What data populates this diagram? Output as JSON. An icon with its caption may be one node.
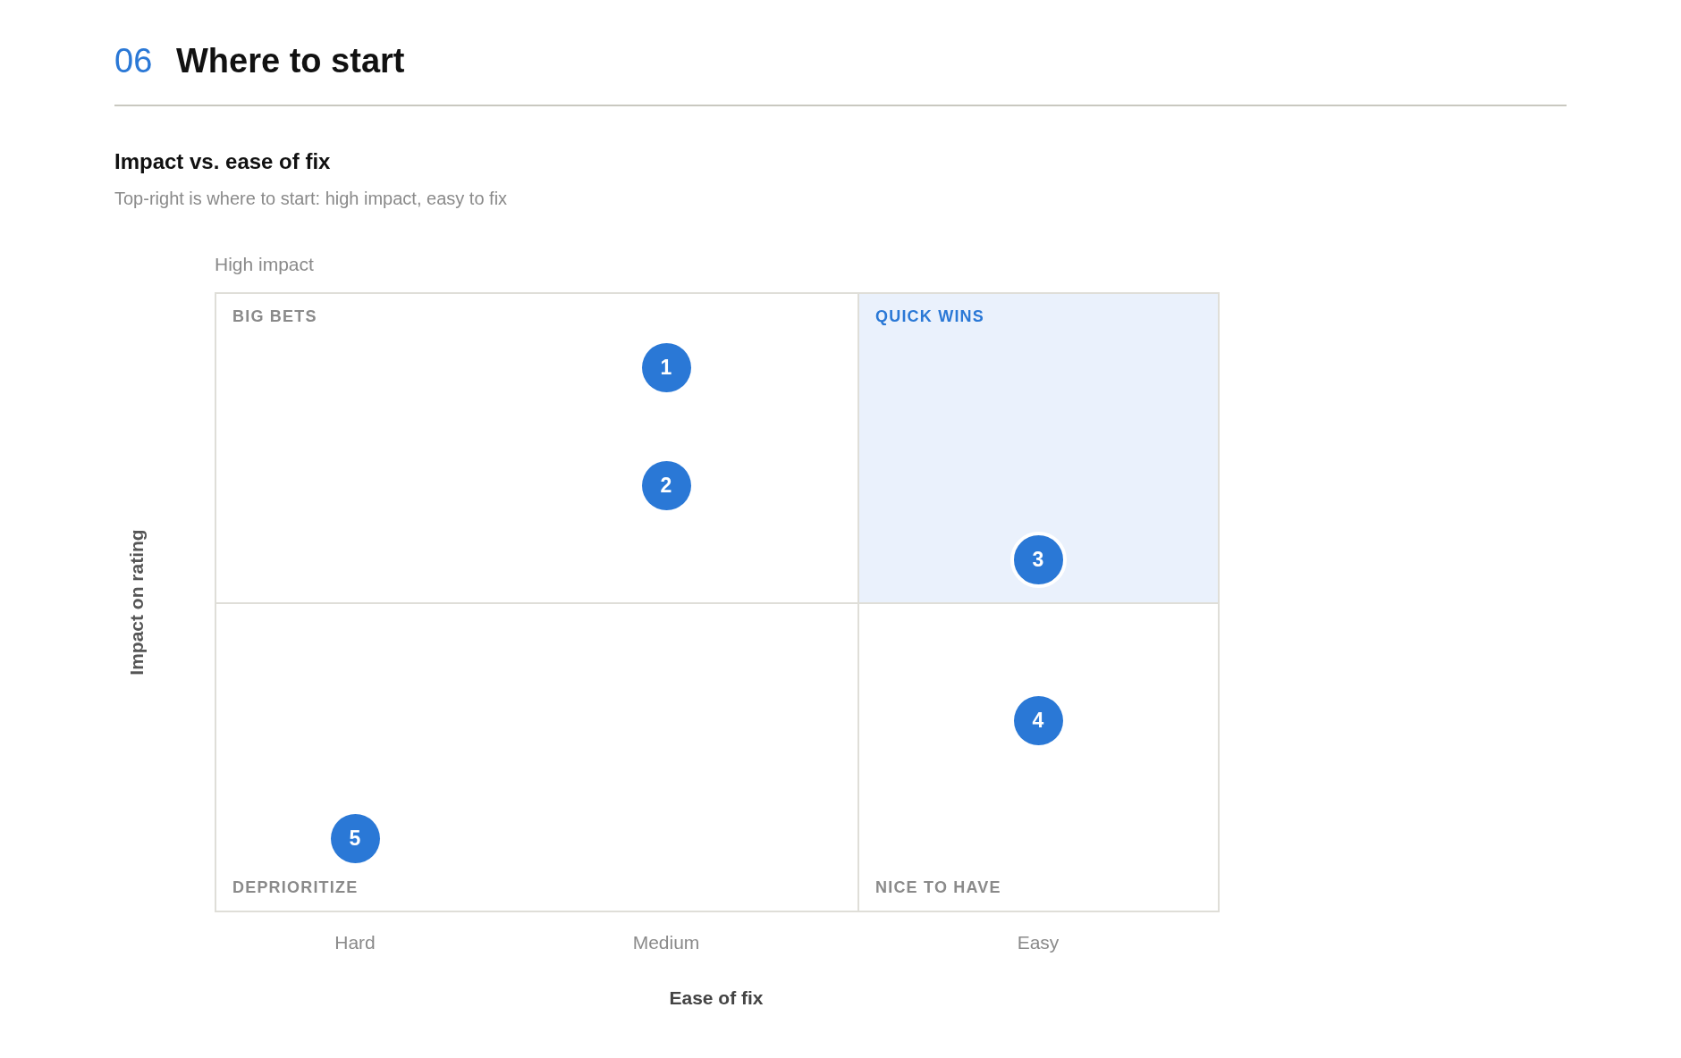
{
  "diagram": {
    "title": "Where to start",
    "nodes": [
      {
        "text": [
          "BIG BETS"
        ]
      },
      {
        "text": [
          "1"
        ],
        "in": 0
      },
      {
        "text": [
          "2"
        ],
        "in": 0
      },
      {
        "text": [
          "QUICK WINS"
        ]
      },
      {
        "text": [
          "3"
        ],
        "in": 3
      },
      {
        "text": [
          "DEPRIORITIZE"
        ]
      },
      {
        "text": [
          "5"
        ],
        "in": 5
      },
      {
        "text": [
          "NICE TO HAVE"
        ]
      },
      {
        "text": [
          "4"
        ],
        "in": 7
      }
    ],
    "labels": [
      "06",
      "Impact vs. ease of fix",
      "Top-right is where to start: high impact, easy to fix",
      "High impact",
      "Impact on rating",
      "Hard",
      "Medium",
      "Easy",
      "Ease of fix"
    ]
  }
}
